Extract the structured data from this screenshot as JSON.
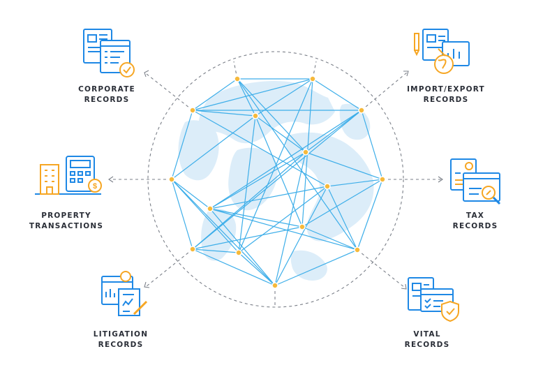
{
  "categories": [
    {
      "id": "corporate",
      "icon": "corporate-records-icon",
      "lines": [
        "CORPORATE",
        "RECORDS"
      ]
    },
    {
      "id": "property",
      "icon": "property-transactions-icon",
      "lines": [
        "PROPERTY",
        "TRANSACTIONS"
      ]
    },
    {
      "id": "litigation",
      "icon": "litigation-records-icon",
      "lines": [
        "LITIGATION",
        "RECORDS"
      ]
    },
    {
      "id": "import-export",
      "icon": "import-export-records-icon",
      "lines": [
        "IMPORT/EXPORT",
        "RECORDS"
      ]
    },
    {
      "id": "tax",
      "icon": "tax-records-icon",
      "lines": [
        "TAX",
        "RECORDS"
      ]
    },
    {
      "id": "vital",
      "icon": "vital-records-icon",
      "lines": [
        "VITAL",
        "RECORDS"
      ]
    }
  ],
  "colors": {
    "line": "#3daee9",
    "node": "#f6b93b",
    "icon_blue": "#1e88e5",
    "icon_orange": "#f6a623",
    "map": "#d6ecf9",
    "text": "#2a2e37",
    "dash": "#7a7f88"
  }
}
